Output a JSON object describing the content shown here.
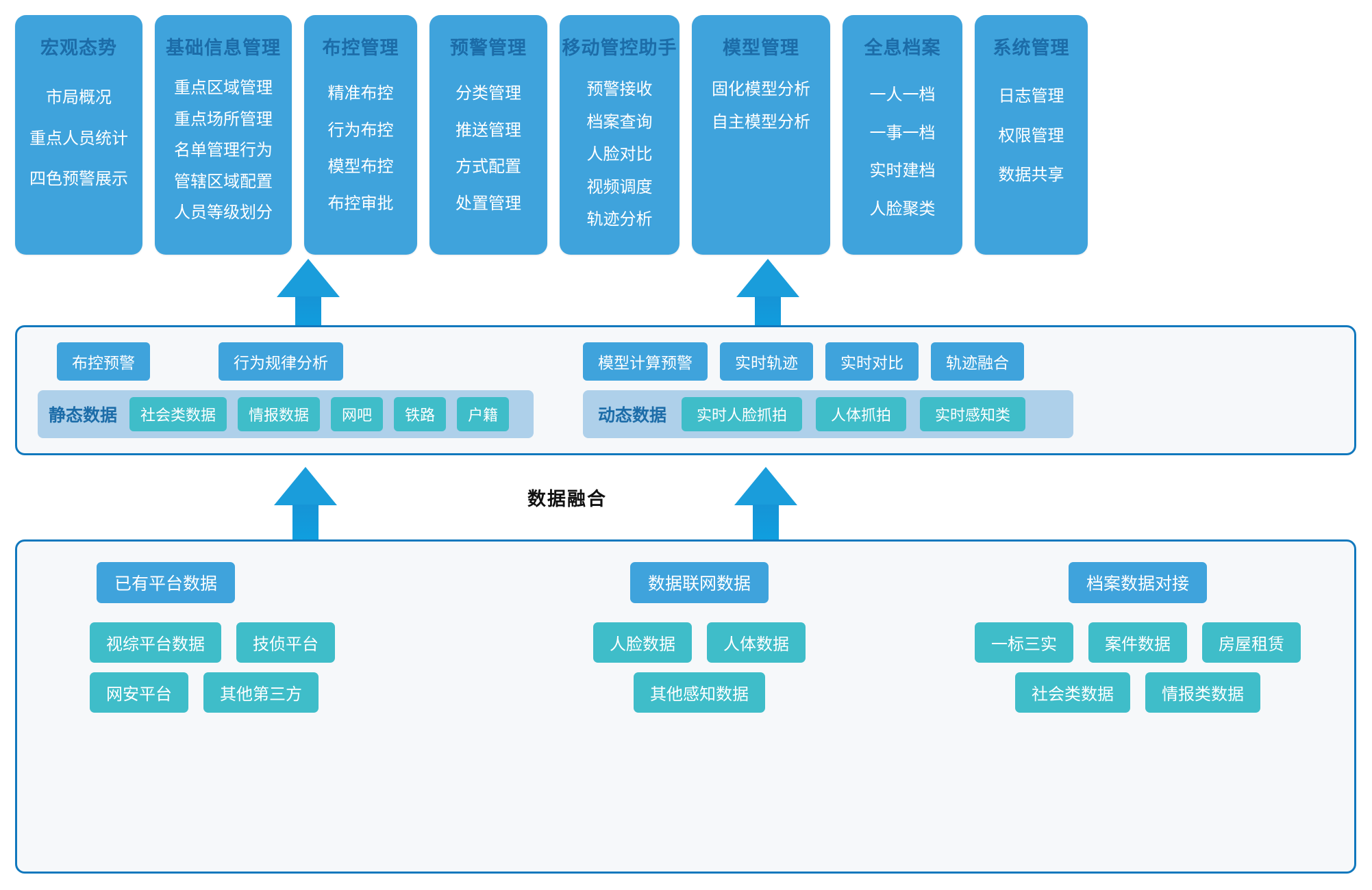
{
  "top_layer": {
    "columns": [
      {
        "title": "宏观态势",
        "items": [
          "市局概况",
          "重点人员统计",
          "四色预警展示"
        ]
      },
      {
        "title": "基础信息管理",
        "items": [
          "重点区域管理",
          "重点场所管理",
          "名单管理行为",
          "管辖区域配置",
          "人员等级划分"
        ]
      },
      {
        "title": "布控管理",
        "items": [
          "精准布控",
          "行为布控",
          "模型布控",
          "布控审批"
        ]
      },
      {
        "title": "预警管理",
        "items": [
          "分类管理",
          "推送管理",
          "方式配置",
          "处置管理"
        ]
      },
      {
        "title": "移动管控助手",
        "items": [
          "预警接收",
          "档案查询",
          "人脸对比",
          "视频调度",
          "轨迹分析"
        ]
      },
      {
        "title": "模型管理",
        "items": [
          "固化模型分析",
          "自主模型分析"
        ]
      },
      {
        "title": "全息档案",
        "items": [
          "一人一档",
          "一事一档",
          "实时建档",
          "人脸聚类"
        ]
      },
      {
        "title": "系统管理",
        "items": [
          "日志管理",
          "权限管理",
          "数据共享"
        ]
      }
    ]
  },
  "middle_layer": {
    "left_group": {
      "capabilities": [
        "布控预警",
        "行为规律分析"
      ],
      "data_bar_label": "静态数据",
      "data_chips": [
        "社会类数据",
        "情报数据",
        "网吧",
        "铁路",
        "户籍"
      ]
    },
    "right_group": {
      "capabilities": [
        "模型计算预警",
        "实时轨迹",
        "实时对比",
        "轨迹融合"
      ],
      "data_bar_label": "动态数据",
      "data_chips": [
        "实时人脸抓拍",
        "人体抓拍",
        "实时感知类"
      ]
    }
  },
  "fusion": {
    "label": "数据融合"
  },
  "bottom_layer": {
    "groups": [
      {
        "head": "已有平台数据",
        "rows": [
          [
            "视综平台数据",
            "技侦平台"
          ],
          [
            "网安平台",
            "其他第三方"
          ]
        ]
      },
      {
        "head": "数据联网数据",
        "rows": [
          [
            "人脸数据",
            "人体数据"
          ],
          [
            "其他感知数据"
          ]
        ]
      },
      {
        "head": "档案数据对接",
        "rows": [
          [
            "一标三实",
            "案件数据",
            "房屋租赁"
          ],
          [
            "社会类数据",
            "情报类数据"
          ]
        ]
      }
    ]
  },
  "colors": {
    "card_blue": "#3fa3dc",
    "title_blue": "#1c6ca8",
    "chip_teal": "#3fbdc9",
    "data_bar_blue": "#aed0ea",
    "panel_border": "#1178bd",
    "panel_bg": "#f6f8fa",
    "arrow_blue": "#1a9ddb"
  }
}
